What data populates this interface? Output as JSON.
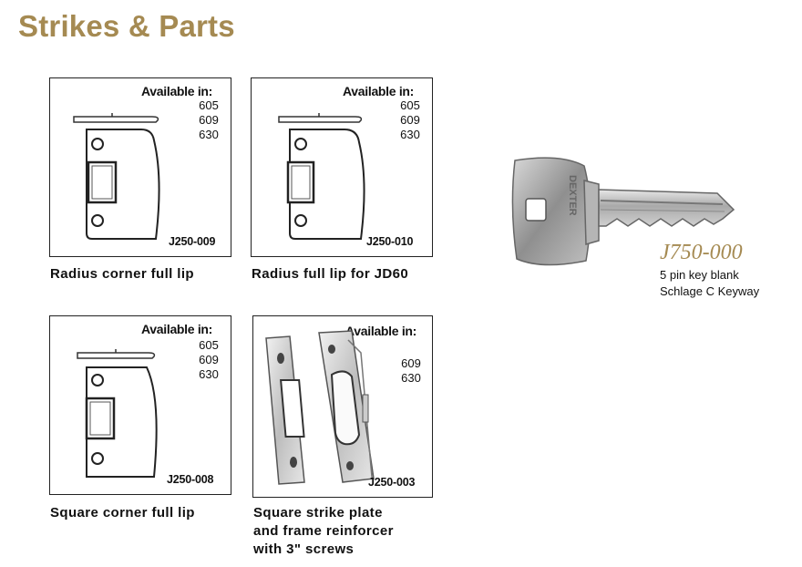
{
  "page": {
    "title": "Strikes & Parts"
  },
  "parts": [
    {
      "available_label": "Available in:",
      "finishes": [
        "605",
        "609",
        "630"
      ],
      "part_number": "J250-009",
      "caption_lines": [
        "Radius corner full lip"
      ]
    },
    {
      "available_label": "Available in:",
      "finishes": [
        "605",
        "609",
        "630"
      ],
      "part_number": "J250-010",
      "caption_lines": [
        "Radius full lip for JD60"
      ]
    },
    {
      "available_label": "Available in:",
      "finishes": [
        "605",
        "609",
        "630"
      ],
      "part_number": "J250-008",
      "caption_lines": [
        "Square corner full lip"
      ]
    },
    {
      "available_label": "Available in:",
      "finishes": [
        "609",
        "630"
      ],
      "part_number": "J250-003",
      "caption_lines": [
        "Square strike plate",
        "and frame reinforcer",
        "with 3\" screws"
      ]
    }
  ],
  "key": {
    "part_number": "J750-000",
    "description_lines": [
      "5 pin key blank",
      "Schlage C Keyway"
    ],
    "brand": "DEXTER",
    "image_icon": "key-blank-icon"
  },
  "colors": {
    "accent": "#a58a52",
    "border": "#222222"
  }
}
